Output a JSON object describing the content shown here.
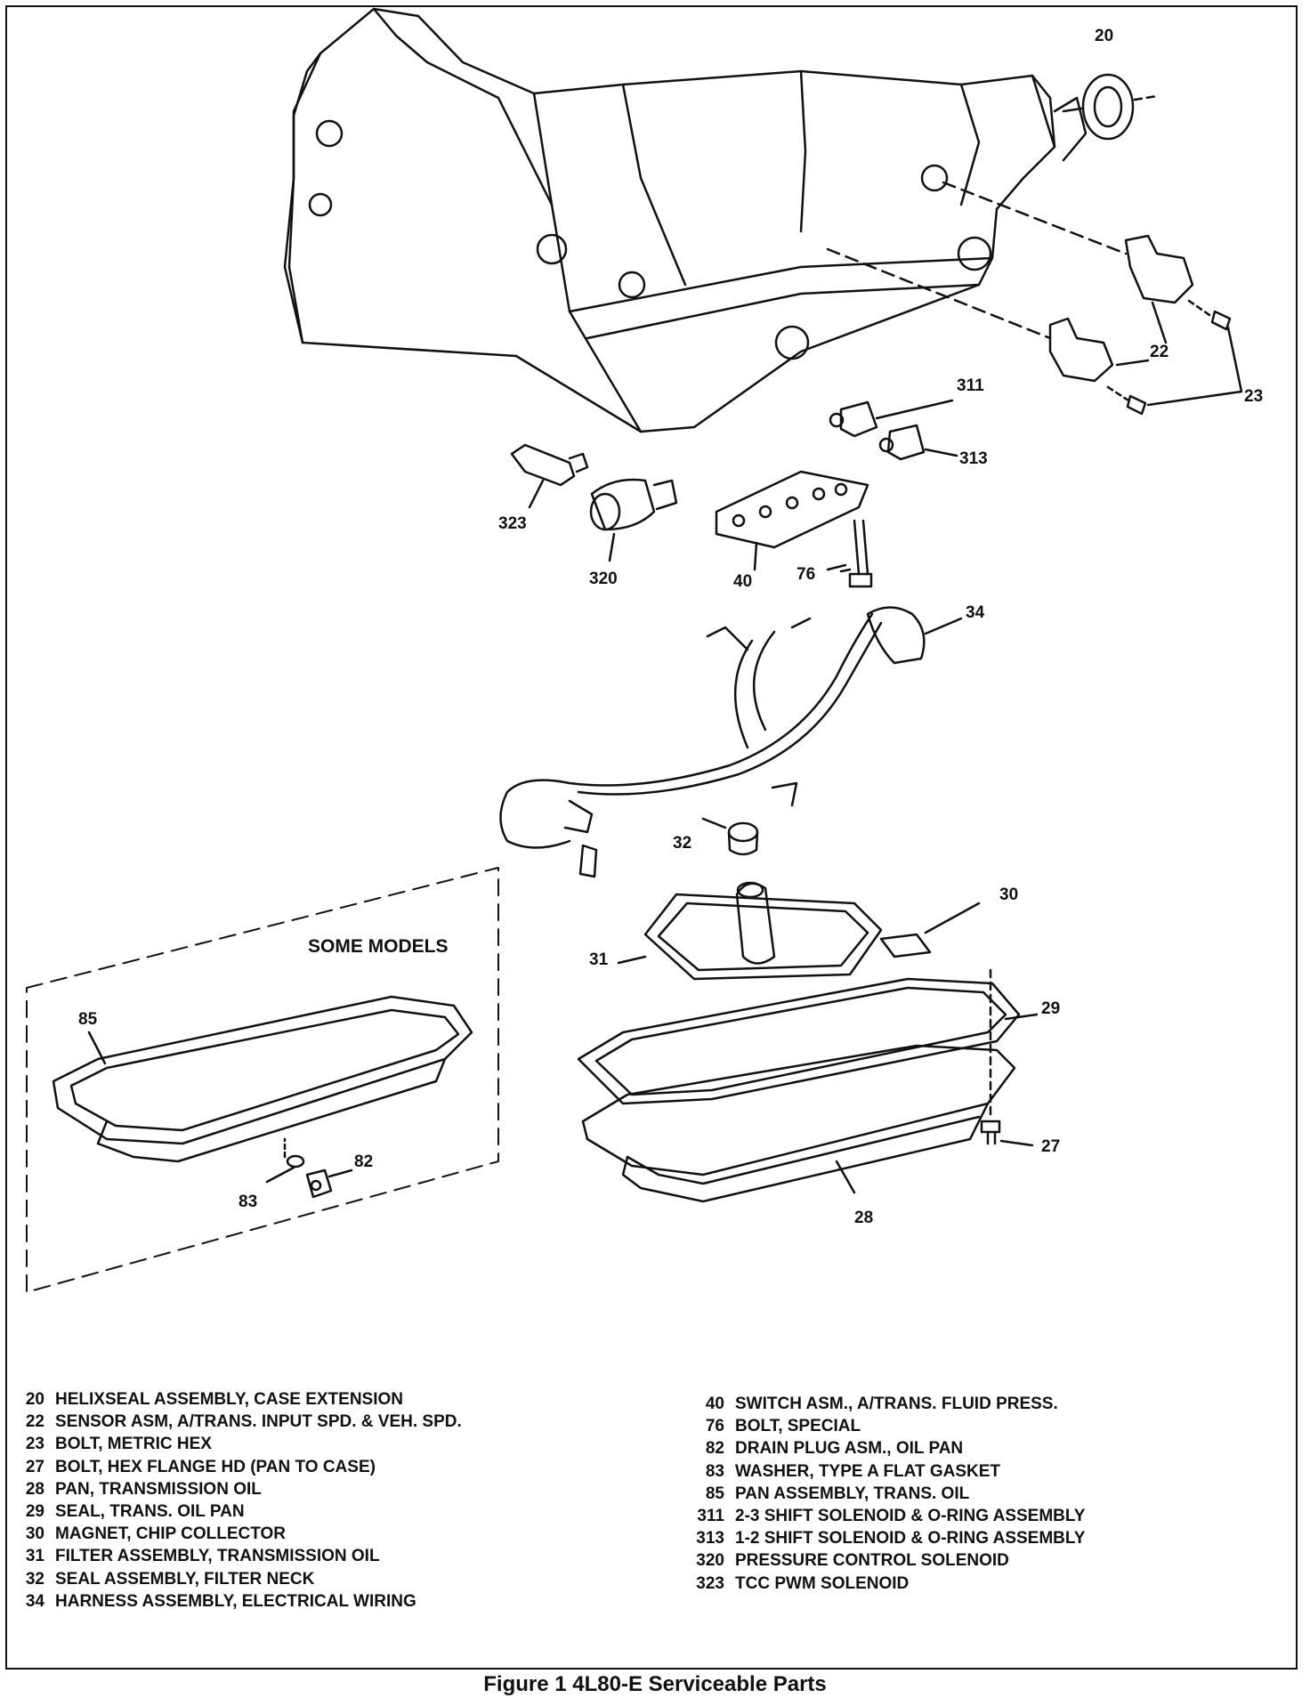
{
  "callouts": [
    {
      "id": "20",
      "text": "20"
    },
    {
      "id": "22",
      "text": "22"
    },
    {
      "id": "23",
      "text": "23"
    },
    {
      "id": "311",
      "text": "311"
    },
    {
      "id": "313",
      "text": "313"
    },
    {
      "id": "323",
      "text": "323"
    },
    {
      "id": "320",
      "text": "320"
    },
    {
      "id": "40",
      "text": "40"
    },
    {
      "id": "76",
      "text": "76"
    },
    {
      "id": "34",
      "text": "34"
    },
    {
      "id": "32",
      "text": "32"
    },
    {
      "id": "30",
      "text": "30"
    },
    {
      "id": "31",
      "text": "31"
    },
    {
      "id": "29",
      "text": "29"
    },
    {
      "id": "27",
      "text": "27"
    },
    {
      "id": "28",
      "text": "28"
    },
    {
      "id": "85",
      "text": "85"
    },
    {
      "id": "82",
      "text": "82"
    },
    {
      "id": "83",
      "text": "83"
    }
  ],
  "some_models_label": "SOME MODELS",
  "legend_left": [
    {
      "num": "20",
      "text": "HELIXSEAL ASSEMBLY, CASE EXTENSION"
    },
    {
      "num": "22",
      "text": "SENSOR ASM, A/TRANS. INPUT SPD. & VEH. SPD."
    },
    {
      "num": "23",
      "text": "BOLT, METRIC HEX"
    },
    {
      "num": "27",
      "text": "BOLT, HEX FLANGE HD (PAN TO CASE)"
    },
    {
      "num": "28",
      "text": "PAN, TRANSMISSION OIL"
    },
    {
      "num": "29",
      "text": "SEAL, TRANS. OIL PAN"
    },
    {
      "num": "30",
      "text": "MAGNET, CHIP COLLECTOR"
    },
    {
      "num": "31",
      "text": "FILTER ASSEMBLY, TRANSMISSION OIL"
    },
    {
      "num": "32",
      "text": "SEAL ASSEMBLY, FILTER NECK"
    },
    {
      "num": "34",
      "text": "HARNESS ASSEMBLY, ELECTRICAL WIRING"
    }
  ],
  "legend_right": [
    {
      "num": "40",
      "text": "SWITCH ASM., A/TRANS. FLUID PRESS."
    },
    {
      "num": "76",
      "text": "BOLT, SPECIAL"
    },
    {
      "num": "82",
      "text": "DRAIN PLUG ASM., OIL PAN"
    },
    {
      "num": "83",
      "text": "WASHER, TYPE A FLAT GASKET"
    },
    {
      "num": "85",
      "text": "PAN ASSEMBLY, TRANS. OIL"
    },
    {
      "num": "311",
      "text": "2-3 SHIFT SOLENOID & O-RING ASSEMBLY"
    },
    {
      "num": "313",
      "text": "1-2 SHIFT SOLENOID & O-RING ASSEMBLY"
    },
    {
      "num": "320",
      "text": "PRESSURE CONTROL SOLENOID"
    },
    {
      "num": "323",
      "text": "TCC PWM SOLENOID"
    }
  ],
  "caption": "Figure 1 4L80-E Serviceable Parts"
}
